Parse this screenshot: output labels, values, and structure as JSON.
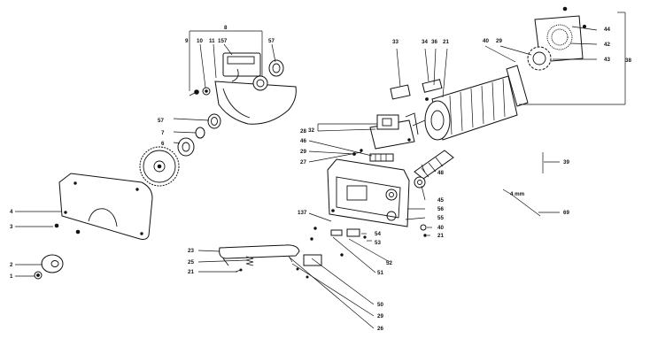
{
  "callouts": {
    "n1": "1",
    "n2": "2",
    "n3": "3",
    "n4": "4",
    "n6": "6",
    "n7": "7",
    "n8": "8",
    "n9": "9",
    "n10": "10",
    "n11": "11",
    "n157": "157",
    "n57a": "57",
    "n57b": "57",
    "n21a": "21",
    "n21b": "21",
    "n21c": "21",
    "n23": "23",
    "n25": "25",
    "n26": "26",
    "n27": "27",
    "n28": "28",
    "n29a": "29",
    "n29b": "29",
    "n29c": "29",
    "n32": "32",
    "n33": "33",
    "n34": "34",
    "n36": "36",
    "n38": "38",
    "n39": "39",
    "n40a": "40",
    "n40b": "40",
    "n42": "42",
    "n43": "43",
    "n44": "44",
    "n45": "45",
    "n46": "46",
    "n48": "48",
    "n50": "50",
    "n51": "51",
    "n52": "52",
    "n53": "53",
    "n54": "54",
    "n55": "55",
    "n56": "56",
    "n69": "69",
    "n137": "137"
  },
  "tool_label": "4 mm"
}
